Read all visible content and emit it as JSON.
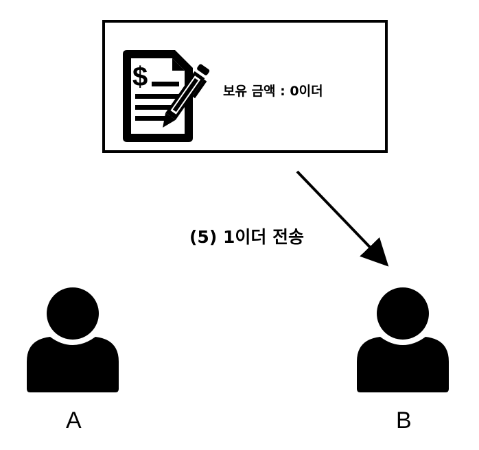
{
  "contract": {
    "balance_text": "보유 금액 : 0이더",
    "icon": "contract-document-with-pen-icon"
  },
  "transfer": {
    "label": "(5) 1이더 전송"
  },
  "users": [
    {
      "label": "A",
      "icon": "person-icon"
    },
    {
      "label": "B",
      "icon": "person-icon"
    }
  ],
  "colors": {
    "ink": "#000000",
    "background": "#ffffff"
  }
}
